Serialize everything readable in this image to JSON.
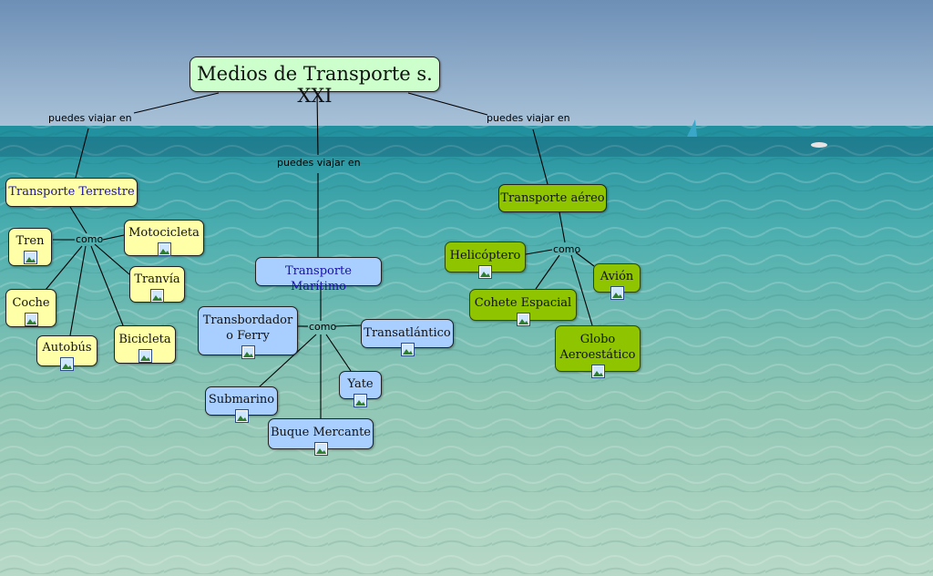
{
  "title": "Medios de Transporte s. XXI",
  "link_labels": {
    "left": "puedes viajar en",
    "center": "puedes viajar en",
    "right": "puedes viajar en",
    "como_terrestre": "como",
    "como_maritimo": "como",
    "como_aereo": "como"
  },
  "terrestre": {
    "header": "Transporte Terrestre",
    "items": [
      "Tren",
      "Motocicleta",
      "Tranvía",
      "Coche",
      "Autobús",
      "Bicicleta"
    ]
  },
  "maritimo": {
    "header": "Transporte Marítimo",
    "items": [
      "Transbordador",
      "o Ferry",
      "Transatlántico",
      "Yate",
      "Submarino",
      "Buque Mercante"
    ]
  },
  "aereo": {
    "header": "Transporte aéreo",
    "items": [
      "Helicóptero",
      "Avión",
      "Cohete Espacial",
      "Globo",
      "Aeroestático"
    ]
  },
  "colors": {
    "terrestre": "#ffffa8",
    "maritimo": "#a8cfff",
    "aereo": "#8fc400",
    "title": "#ccffcc",
    "header_text": "#1a10a8"
  },
  "icons": {
    "node_attachment": "image-icon"
  }
}
